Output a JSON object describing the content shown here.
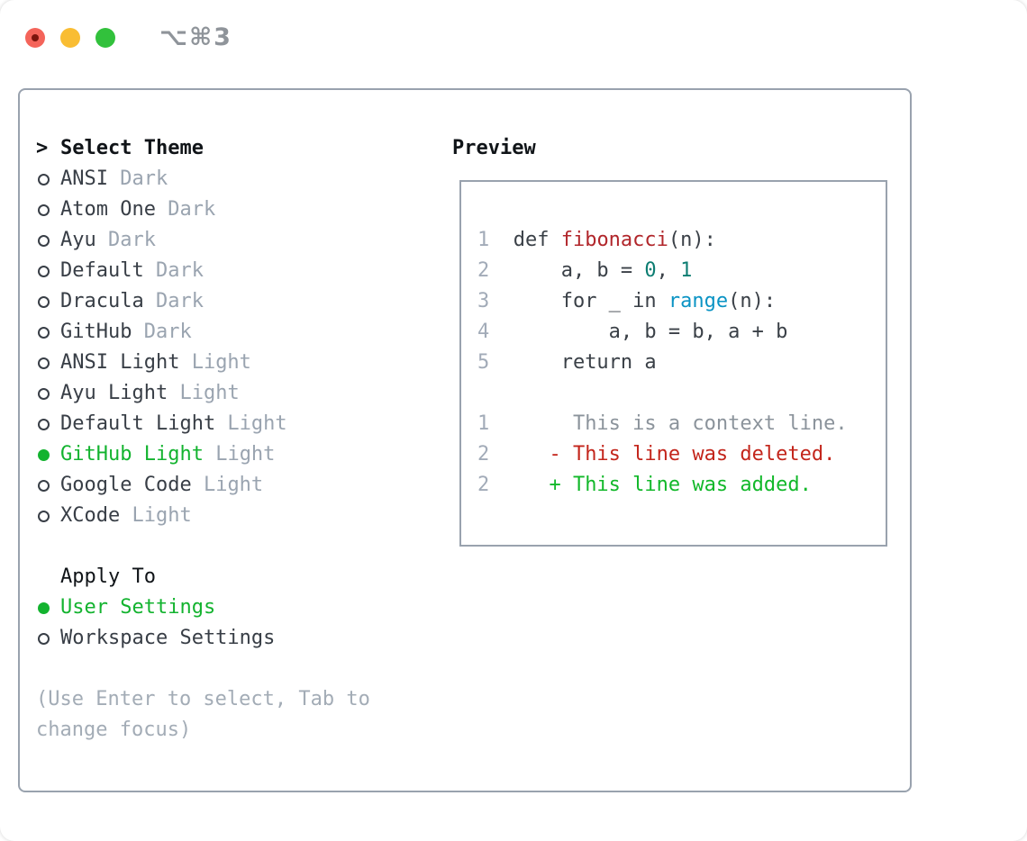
{
  "window": {
    "title_shortcut": "⌥⌘3"
  },
  "titlebar": {
    "buttons": [
      {
        "id": "close",
        "color": "#f4645a"
      },
      {
        "id": "minimize",
        "color": "#f9bd33"
      },
      {
        "id": "zoom",
        "color": "#32c13c"
      }
    ]
  },
  "picker": {
    "cursor": ">",
    "heading": "Select Theme",
    "themes": [
      {
        "name": "ANSI",
        "variant": "Dark",
        "selected": false
      },
      {
        "name": "Atom One",
        "variant": "Dark",
        "selected": false
      },
      {
        "name": "Ayu",
        "variant": "Dark",
        "selected": false
      },
      {
        "name": "Default",
        "variant": "Dark",
        "selected": false
      },
      {
        "name": "Dracula",
        "variant": "Dark",
        "selected": false
      },
      {
        "name": "GitHub",
        "variant": "Dark",
        "selected": false
      },
      {
        "name": "ANSI Light",
        "variant": "Light",
        "selected": false
      },
      {
        "name": "Ayu Light",
        "variant": "Light",
        "selected": false
      },
      {
        "name": "Default Light",
        "variant": "Light",
        "selected": false
      },
      {
        "name": "GitHub Light",
        "variant": "Light",
        "selected": true
      },
      {
        "name": "Google Code",
        "variant": "Light",
        "selected": false
      },
      {
        "name": "XCode",
        "variant": "Light",
        "selected": false
      }
    ],
    "apply_heading": "Apply To",
    "apply_options": [
      {
        "label": "User Settings",
        "selected": true
      },
      {
        "label": "Workspace Settings",
        "selected": false
      }
    ],
    "hint_line1": "(Use Enter to select, Tab to",
    "hint_line2": "change focus)"
  },
  "preview": {
    "heading": "Preview",
    "lines": [
      {
        "num": "1",
        "segments": [
          {
            "text": "def ",
            "style": "plain"
          },
          {
            "text": "fibonacci",
            "style": "func"
          },
          {
            "text": "(n):",
            "style": "plain"
          }
        ]
      },
      {
        "num": "2",
        "segments": [
          {
            "text": "    a, b = ",
            "style": "plain"
          },
          {
            "text": "0",
            "style": "number"
          },
          {
            "text": ", ",
            "style": "plain"
          },
          {
            "text": "1",
            "style": "number"
          }
        ]
      },
      {
        "num": "3",
        "segments": [
          {
            "text": "    for _ in ",
            "style": "plain"
          },
          {
            "text": "range",
            "style": "builtin"
          },
          {
            "text": "(n):",
            "style": "plain"
          }
        ]
      },
      {
        "num": "4",
        "segments": [
          {
            "text": "        a, b = b, a + b",
            "style": "plain"
          }
        ]
      },
      {
        "num": "5",
        "segments": [
          {
            "text": "    return a",
            "style": "plain"
          }
        ]
      },
      {
        "num": "",
        "segments": []
      },
      {
        "num": "1",
        "segments": [
          {
            "text": "     This is a context line.",
            "style": "context"
          }
        ]
      },
      {
        "num": "2",
        "segments": [
          {
            "text": "   - This line was deleted.",
            "style": "deleted"
          }
        ]
      },
      {
        "num": "2",
        "segments": [
          {
            "text": "   + This line was added.",
            "style": "added"
          }
        ]
      }
    ]
  },
  "colors": {
    "accent_green": "#13b32f",
    "text_dark": "#383e46",
    "text_black": "#101418",
    "muted": "#9aa4b0",
    "hint": "#a3acb6",
    "border": "#99a2ae",
    "title_gray": "#8f949a",
    "tl_red": "#f4645a",
    "tl_red_dot": "#7b150d",
    "tl_yellow": "#f9bd33",
    "tl_green": "#32c13c"
  },
  "palette": {
    "plain": "#3a4047",
    "func": "#b1262b",
    "number": "#0d7d72",
    "builtin": "#0a93c4",
    "context": "#8b939b",
    "deleted": "#c3251b",
    "added": "#12b82a",
    "line_number": "#a2abb8"
  }
}
